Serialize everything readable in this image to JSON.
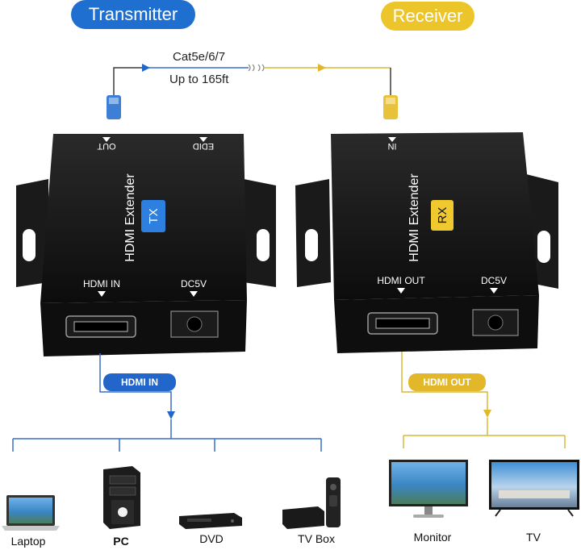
{
  "header": {
    "transmitter_label": "Transmitter",
    "receiver_label": "Receiver"
  },
  "cable": {
    "type": "Cat5e/6/7",
    "length": "Up to 165ft"
  },
  "transmitter": {
    "port_out": "OUT",
    "port_edid": "EDID",
    "product_name": "HDMI Extender",
    "badge": "TX",
    "port_hdmi": "HDMI IN",
    "port_power": "DC5V"
  },
  "receiver": {
    "port_in": "IN",
    "product_name": "HDMI Extender",
    "badge": "RX",
    "port_hdmi": "HDMI OUT",
    "port_power": "DC5V"
  },
  "source_tag": "HDMI IN",
  "output_tag": "HDMI OUT",
  "sources": [
    "Laptop",
    "PC",
    "DVD",
    "TV Box"
  ],
  "outputs": [
    "Monitor",
    "TV"
  ],
  "colors": {
    "transmitter_blue": "#1f6fd0",
    "receiver_yellow": "#ecc52a",
    "device_body": "#141414"
  }
}
